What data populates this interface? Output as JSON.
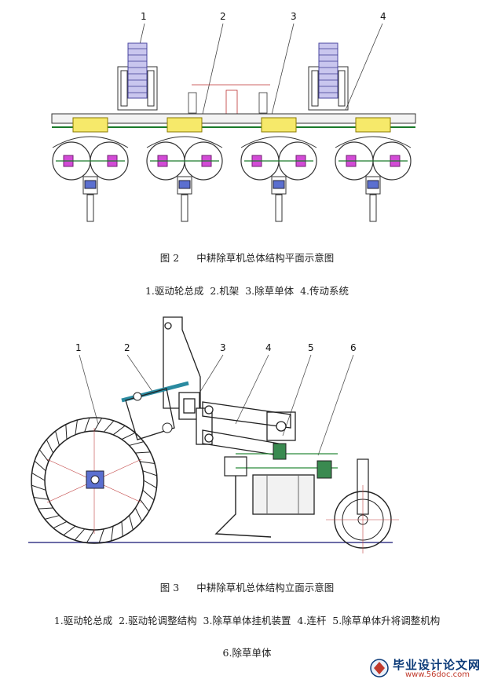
{
  "figure2": {
    "callouts": [
      "1",
      "2",
      "3",
      "4"
    ],
    "caption_num": "图 2",
    "caption_text": "中耕除草机总体结构平面示意图",
    "legend": "1.驱动轮总成  2.机架  3.除草单体  4.传动系统"
  },
  "figure3": {
    "callouts": [
      "1",
      "2",
      "3",
      "4",
      "5",
      "6"
    ],
    "caption_num": "图 3",
    "caption_text": "中耕除草机总体结构立面示意图",
    "legend_line1": "1.驱动轮总成  2.驱动轮调整结构  3.除草单体挂机装置  4.连杆  5.除草单体升将调整机构",
    "legend_line2": "6.除草单体"
  },
  "watermark": {
    "title": "毕业设计论文网",
    "url": "www.56doc.com"
  }
}
